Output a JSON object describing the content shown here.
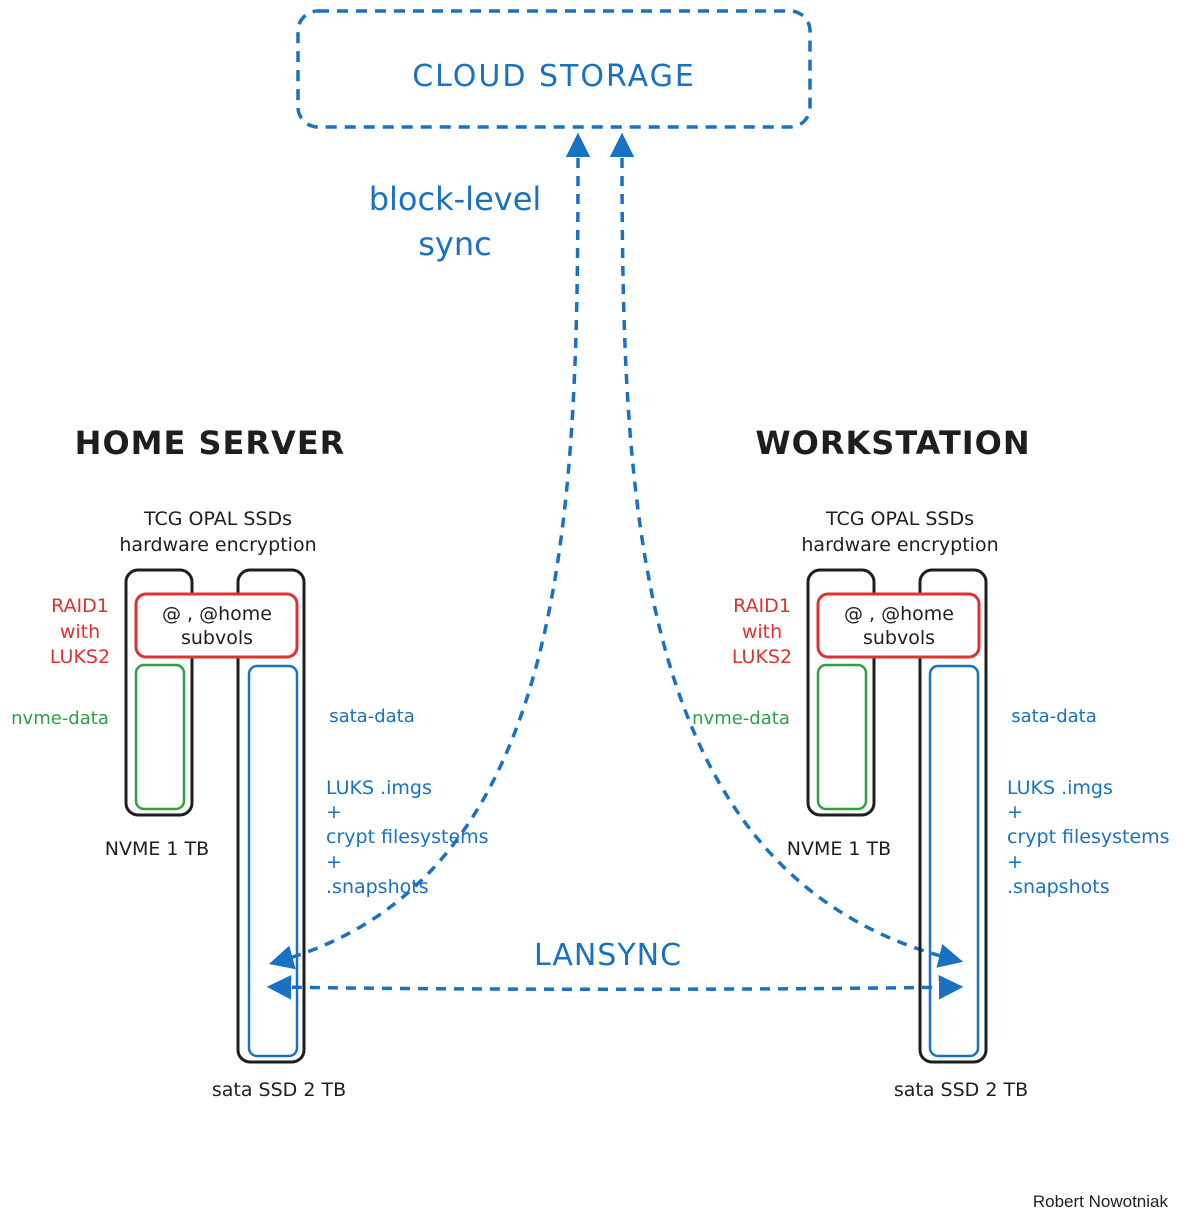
{
  "cloud": {
    "label": "CLOUD STORAGE"
  },
  "sync": {
    "line1": "block-level",
    "line2": "sync"
  },
  "lansync": "LANSYNC",
  "hosts": [
    {
      "title": "HOME SERVER",
      "opal_line1": "TCG OPAL SSDs",
      "opal_line2": "hardware encryption",
      "raid": [
        "RAID1",
        "with",
        "LUKS2"
      ],
      "subvols_line1": "@ , @home",
      "subvols_line2": "subvols",
      "nvme_data": "nvme-data",
      "nvme_label": "NVME 1 TB",
      "sata_data": "sata-data",
      "sata_notes": [
        "LUKS .imgs",
        "+",
        "crypt filesystems",
        "+",
        ".snapshots"
      ],
      "sata_label": "sata SSD 2 TB"
    },
    {
      "title": "WORKSTATION",
      "opal_line1": "TCG OPAL SSDs",
      "opal_line2": "hardware encryption",
      "raid": [
        "RAID1",
        "with",
        "LUKS2"
      ],
      "subvols_line1": "@ , @home",
      "subvols_line2": "subvols",
      "nvme_data": "nvme-data",
      "nvme_label": "NVME 1 TB",
      "sata_data": "sata-data",
      "sata_notes": [
        "LUKS .imgs",
        "+",
        "crypt filesystems",
        "+",
        ".snapshots"
      ],
      "sata_label": "sata SSD 2 TB"
    }
  ],
  "credit": "Robert Nowotniak",
  "colors": {
    "blue": "#1971c2",
    "red": "#e03131",
    "green": "#2f9e44",
    "black": "#1e1e1e"
  }
}
